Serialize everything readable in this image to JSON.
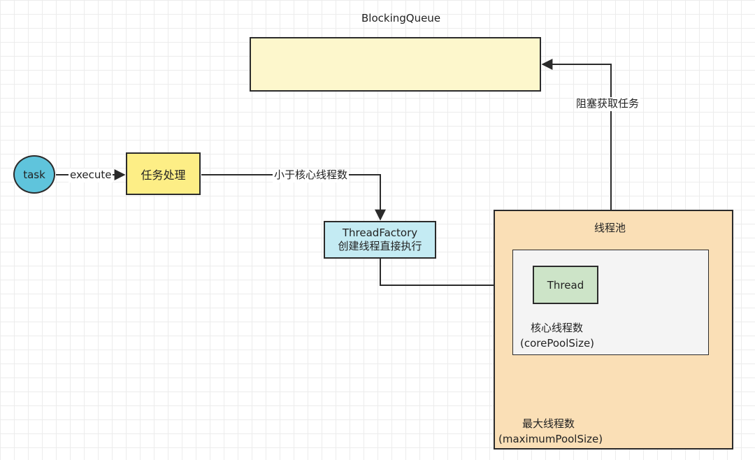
{
  "queue": {
    "title": "BlockingQueue"
  },
  "task": {
    "label": "task"
  },
  "process": {
    "label": "任务处理"
  },
  "factory": {
    "line1": "ThreadFactory",
    "line2": "创建线程直接执行"
  },
  "pool": {
    "title": "线程池",
    "core_label_line1": "核心线程数",
    "core_label_line2": "(corePoolSize)",
    "max_label_line1": "最大线程数",
    "max_label_line2": "(maximumPoolSize)",
    "thread_label": "Thread"
  },
  "edges": {
    "execute": "execute",
    "less_than_core": "小于核心线程数",
    "blocking_fetch": "阻塞获取任务"
  },
  "colors": {
    "queue_fill": "#fdf7cc",
    "task_fill": "#5fc4dc",
    "process_fill": "#fdee86",
    "factory_fill": "#c4ebf3",
    "pool_fill": "#fadfb6",
    "core_fill": "#f4f4f4",
    "thread_fill": "#cde4c8",
    "line": "#2b2b2b"
  }
}
